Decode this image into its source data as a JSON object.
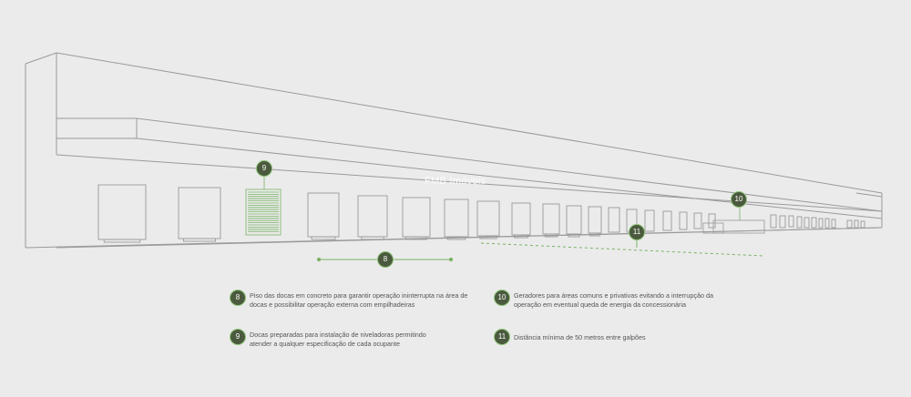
{
  "watermark": "FMB Imóveis",
  "colors": {
    "background": "#ebebeb",
    "line": "#9a9a9a",
    "accent": "#7ab366",
    "badge_fill": "#4b5a3e"
  },
  "markers": [
    {
      "number": "8",
      "label": "Piso das docas em concreto para garantir operação ininterrupta na área de docas e possibilitar operação externa com empilhadeiras"
    },
    {
      "number": "9",
      "label": "Docas preparadas para instalação de niveladoras permitindo atender a qualquer especificação de cada ocupante"
    },
    {
      "number": "10",
      "label": "Geradores para áreas comuns e privativas evitando a interrupção da operação em eventual queda de energia da concessionária"
    },
    {
      "number": "11",
      "label": "Distância mínima de 50 metros entre galpões"
    }
  ]
}
